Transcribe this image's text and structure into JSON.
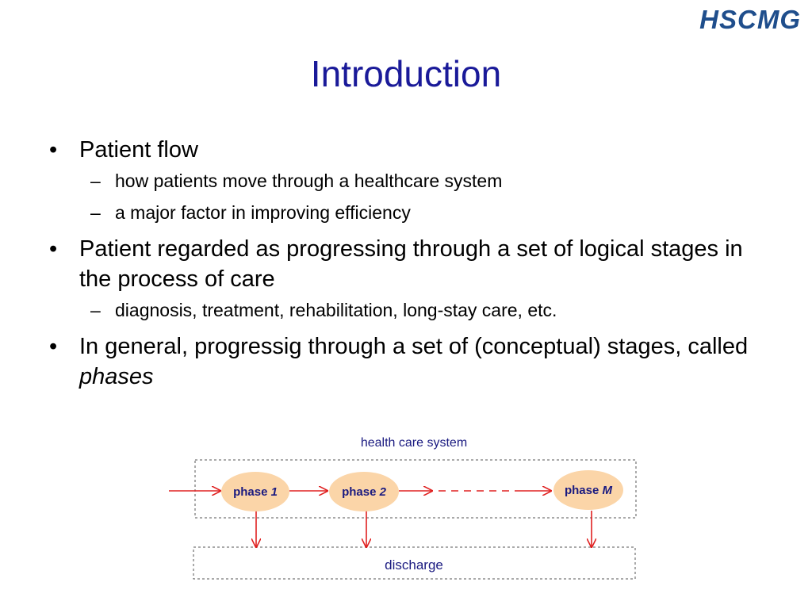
{
  "logo": {
    "text": "HSCMG"
  },
  "slide": {
    "title": "Introduction",
    "bullets": [
      {
        "text": "Patient flow",
        "italic_tail": "",
        "subs": [
          "how patients move through a healthcare system",
          "a major factor in improving efficiency"
        ]
      },
      {
        "text": "Patient regarded as progressing through a set of logical stages in the process of care",
        "italic_tail": "",
        "subs": [
          "diagnosis, treatment, rehabilitation, long-stay care, etc."
        ]
      },
      {
        "text": "In general, progressig through a set of (conceptual) stages, called ",
        "italic_tail": "phases",
        "subs": []
      }
    ],
    "bullet_glyph": "•",
    "dash_glyph": "–"
  },
  "diagram": {
    "system_label": "health care system",
    "discharge_label": "discharge",
    "phases": [
      {
        "word": "phase",
        "index": "1"
      },
      {
        "word": "phase",
        "index": "2"
      },
      {
        "word": "phase",
        "index": "M"
      }
    ]
  },
  "colors": {
    "title": "#1a1a99",
    "logo": "#1f4e8c",
    "node_fill": "#fbd5a8",
    "arrow": "#e02020",
    "node_text": "#1a1a80",
    "box_border": "#555555"
  }
}
